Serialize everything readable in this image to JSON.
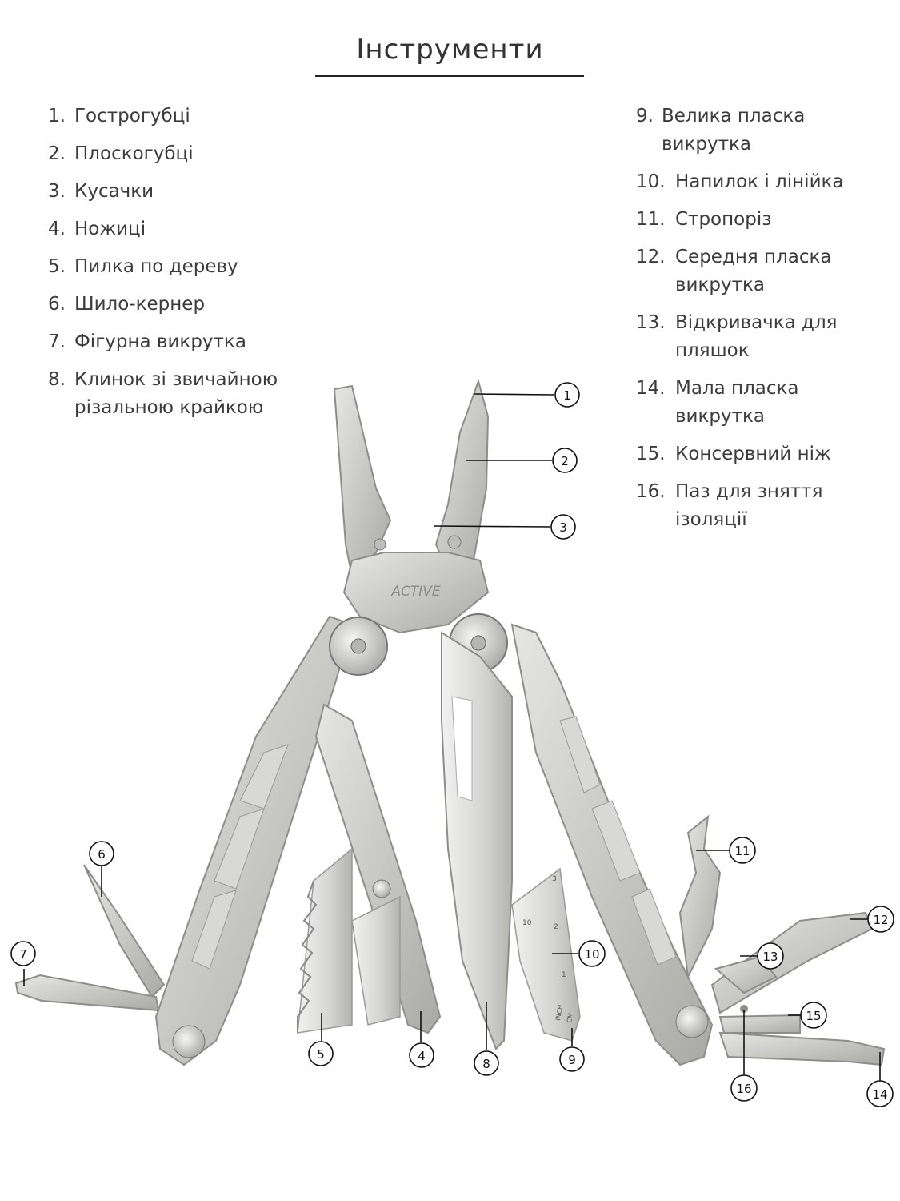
{
  "title": "Інструменти",
  "tools_left": [
    {
      "num": "1.",
      "label": "Гострогубці"
    },
    {
      "num": "2.",
      "label": "Плоскогубці"
    },
    {
      "num": "3.",
      "label": "Кусачки"
    },
    {
      "num": "4.",
      "label": "Ножиці"
    },
    {
      "num": "5.",
      "label": "Пилка по дереву"
    },
    {
      "num": "6.",
      "label": "Шило-кернер"
    },
    {
      "num": "7.",
      "label": "Фігурна викрутка"
    },
    {
      "num": "8.",
      "label": "Клинок зі звичайною різальною крайкою"
    }
  ],
  "tools_right": [
    {
      "num": "9.",
      "label": "Велика пласка викрутка"
    },
    {
      "num": "10.",
      "label": "Напилок і лінійка"
    },
    {
      "num": "11.",
      "label": "Стропоріз"
    },
    {
      "num": "12.",
      "label": "Середня пласка викрутка"
    },
    {
      "num": "13.",
      "label": "Відкривачка для пляшок"
    },
    {
      "num": "14.",
      "label": "Мала пласка викрутка"
    },
    {
      "num": "15.",
      "label": "Консервний ніж"
    },
    {
      "num": "16.",
      "label": "Паз для зняття ізоляції"
    }
  ],
  "brand": "ACTIVE",
  "ruler": {
    "inch": "INCH",
    "cm": "CM",
    "ticks": [
      "1",
      "2",
      "3",
      "10"
    ]
  },
  "callouts": [
    "1",
    "2",
    "3",
    "4",
    "5",
    "6",
    "7",
    "8",
    "9",
    "10",
    "11",
    "12",
    "13",
    "14",
    "15",
    "16"
  ],
  "colors": {
    "steel": "#c9c9c6",
    "steel_dark": "#9a9a97",
    "steel_light": "#e4e4e2",
    "line": "#111111"
  }
}
